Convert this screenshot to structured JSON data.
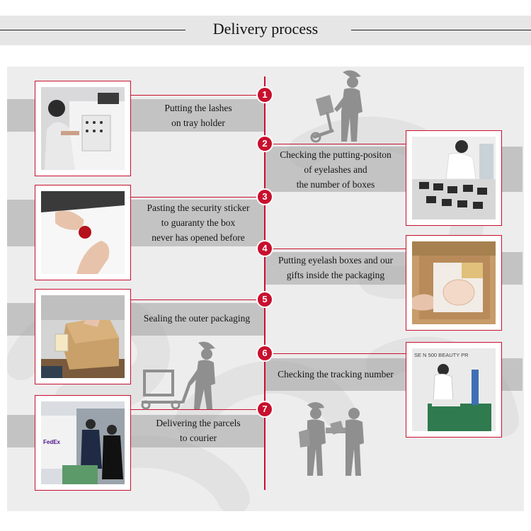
{
  "header": {
    "title": "Delivery process"
  },
  "steps": [
    {
      "number": "1",
      "lines": [
        "Putting the lashes",
        "on tray holder"
      ]
    },
    {
      "number": "2",
      "lines": [
        "Checking the putting-positon",
        "of eyelashes and",
        "the number of boxes"
      ]
    },
    {
      "number": "3",
      "lines": [
        "Pasting the security sticker",
        "to guaranty the box",
        "never has opened before"
      ]
    },
    {
      "number": "4",
      "lines": [
        "Putting eyelash boxes and our",
        "gifts inside the packaging"
      ]
    },
    {
      "number": "5",
      "lines": [
        "Sealing  the outer packaging"
      ]
    },
    {
      "number": "6",
      "lines": [
        "Checking the tracking number"
      ]
    },
    {
      "number": "7",
      "lines": [
        "Delivering the parcels",
        "to courier"
      ]
    }
  ],
  "photos": {
    "step6_sign": "SE   N 500 BEAUTY PR",
    "step7_van": "FedEx"
  },
  "colors": {
    "accent": "#c8102e",
    "panel": "#ededed",
    "band": "#a0a0a0",
    "icon": "#8f8f8f"
  },
  "icons": [
    "delivery-worker-hand-truck-icon",
    "delivery-worker-cart-icon",
    "parcel-handover-icon"
  ]
}
